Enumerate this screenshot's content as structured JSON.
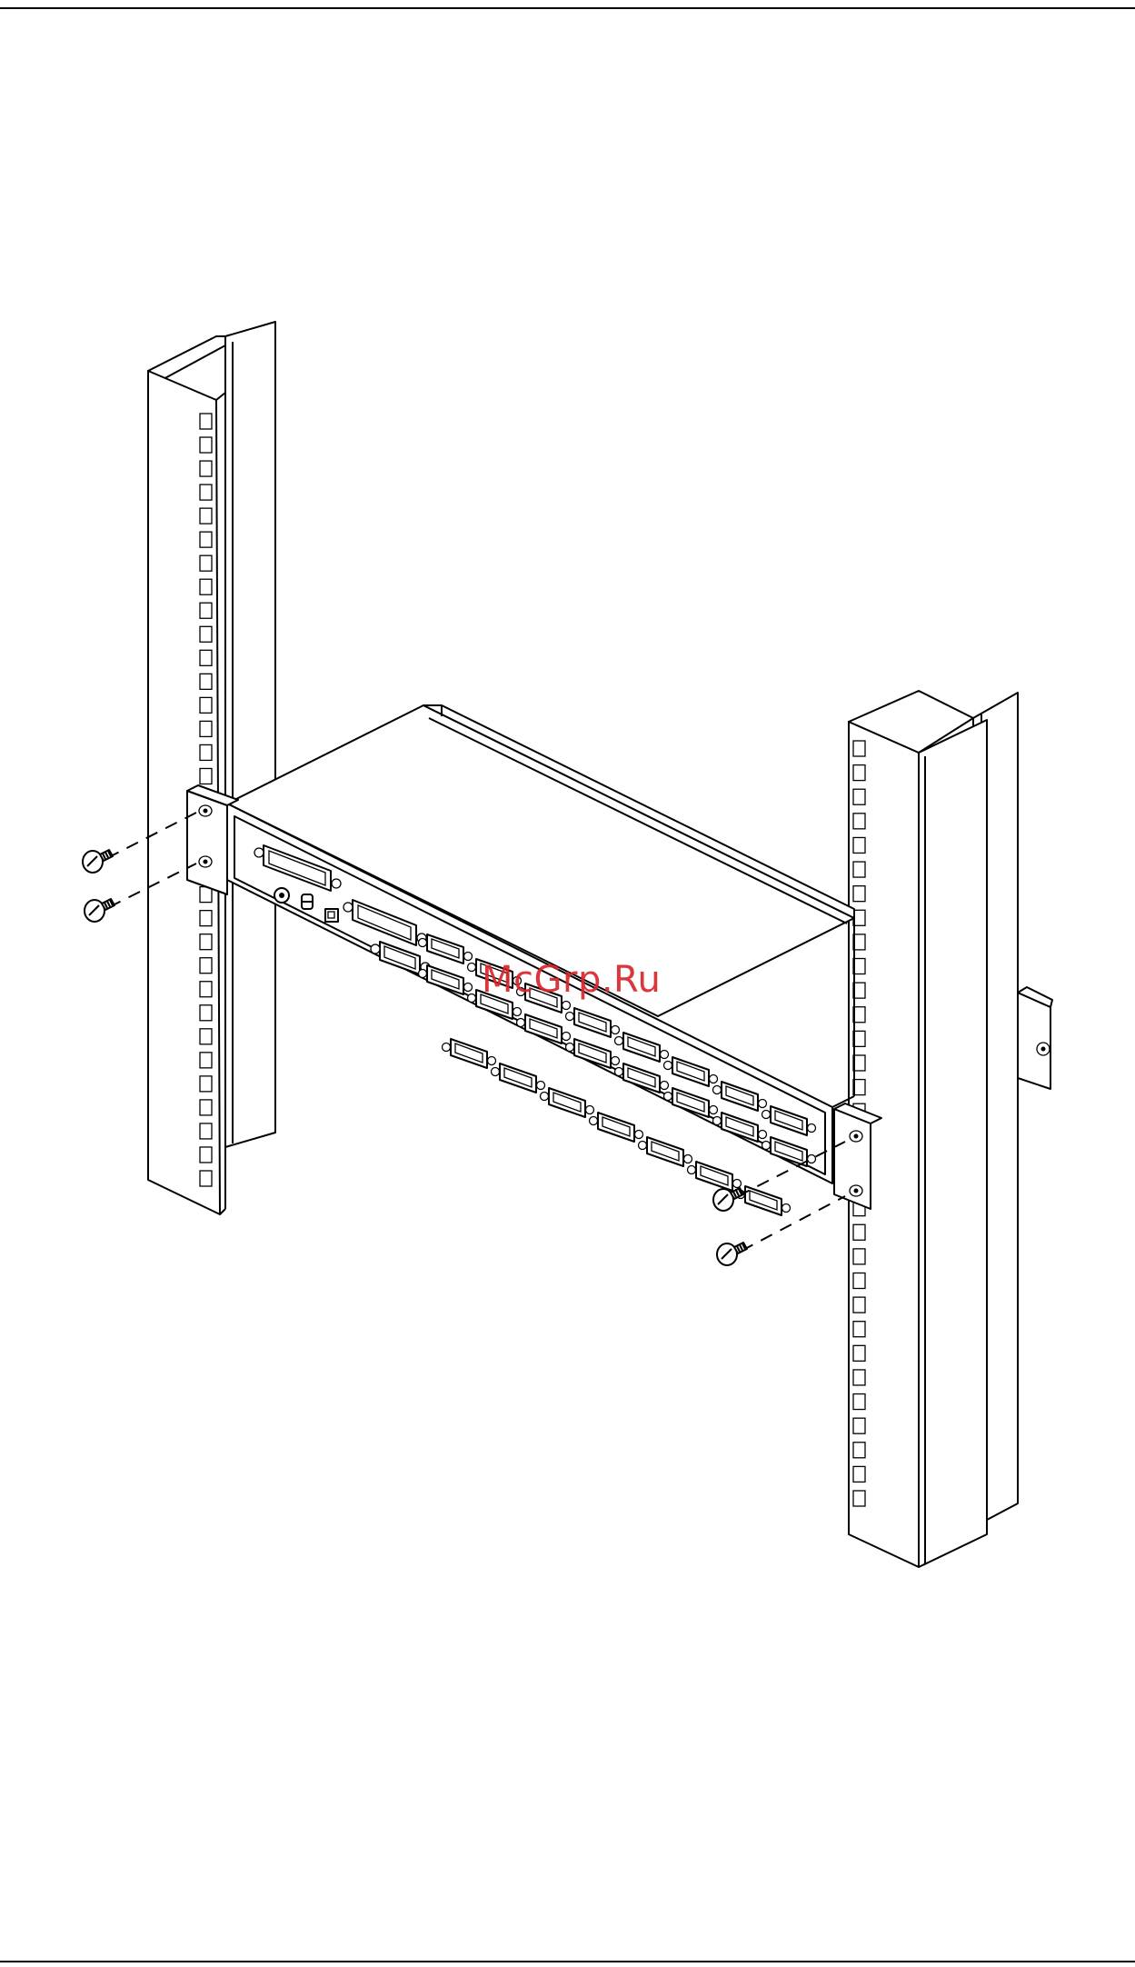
{
  "watermark": {
    "text": "McGrp.Ru",
    "color": "#d9252b"
  },
  "illustration": {
    "left_post_holes": 33,
    "right_post_holes": 32,
    "screws": 4,
    "db15_ports": 24
  },
  "colors": {
    "line": "#000000",
    "background": "#ffffff"
  }
}
